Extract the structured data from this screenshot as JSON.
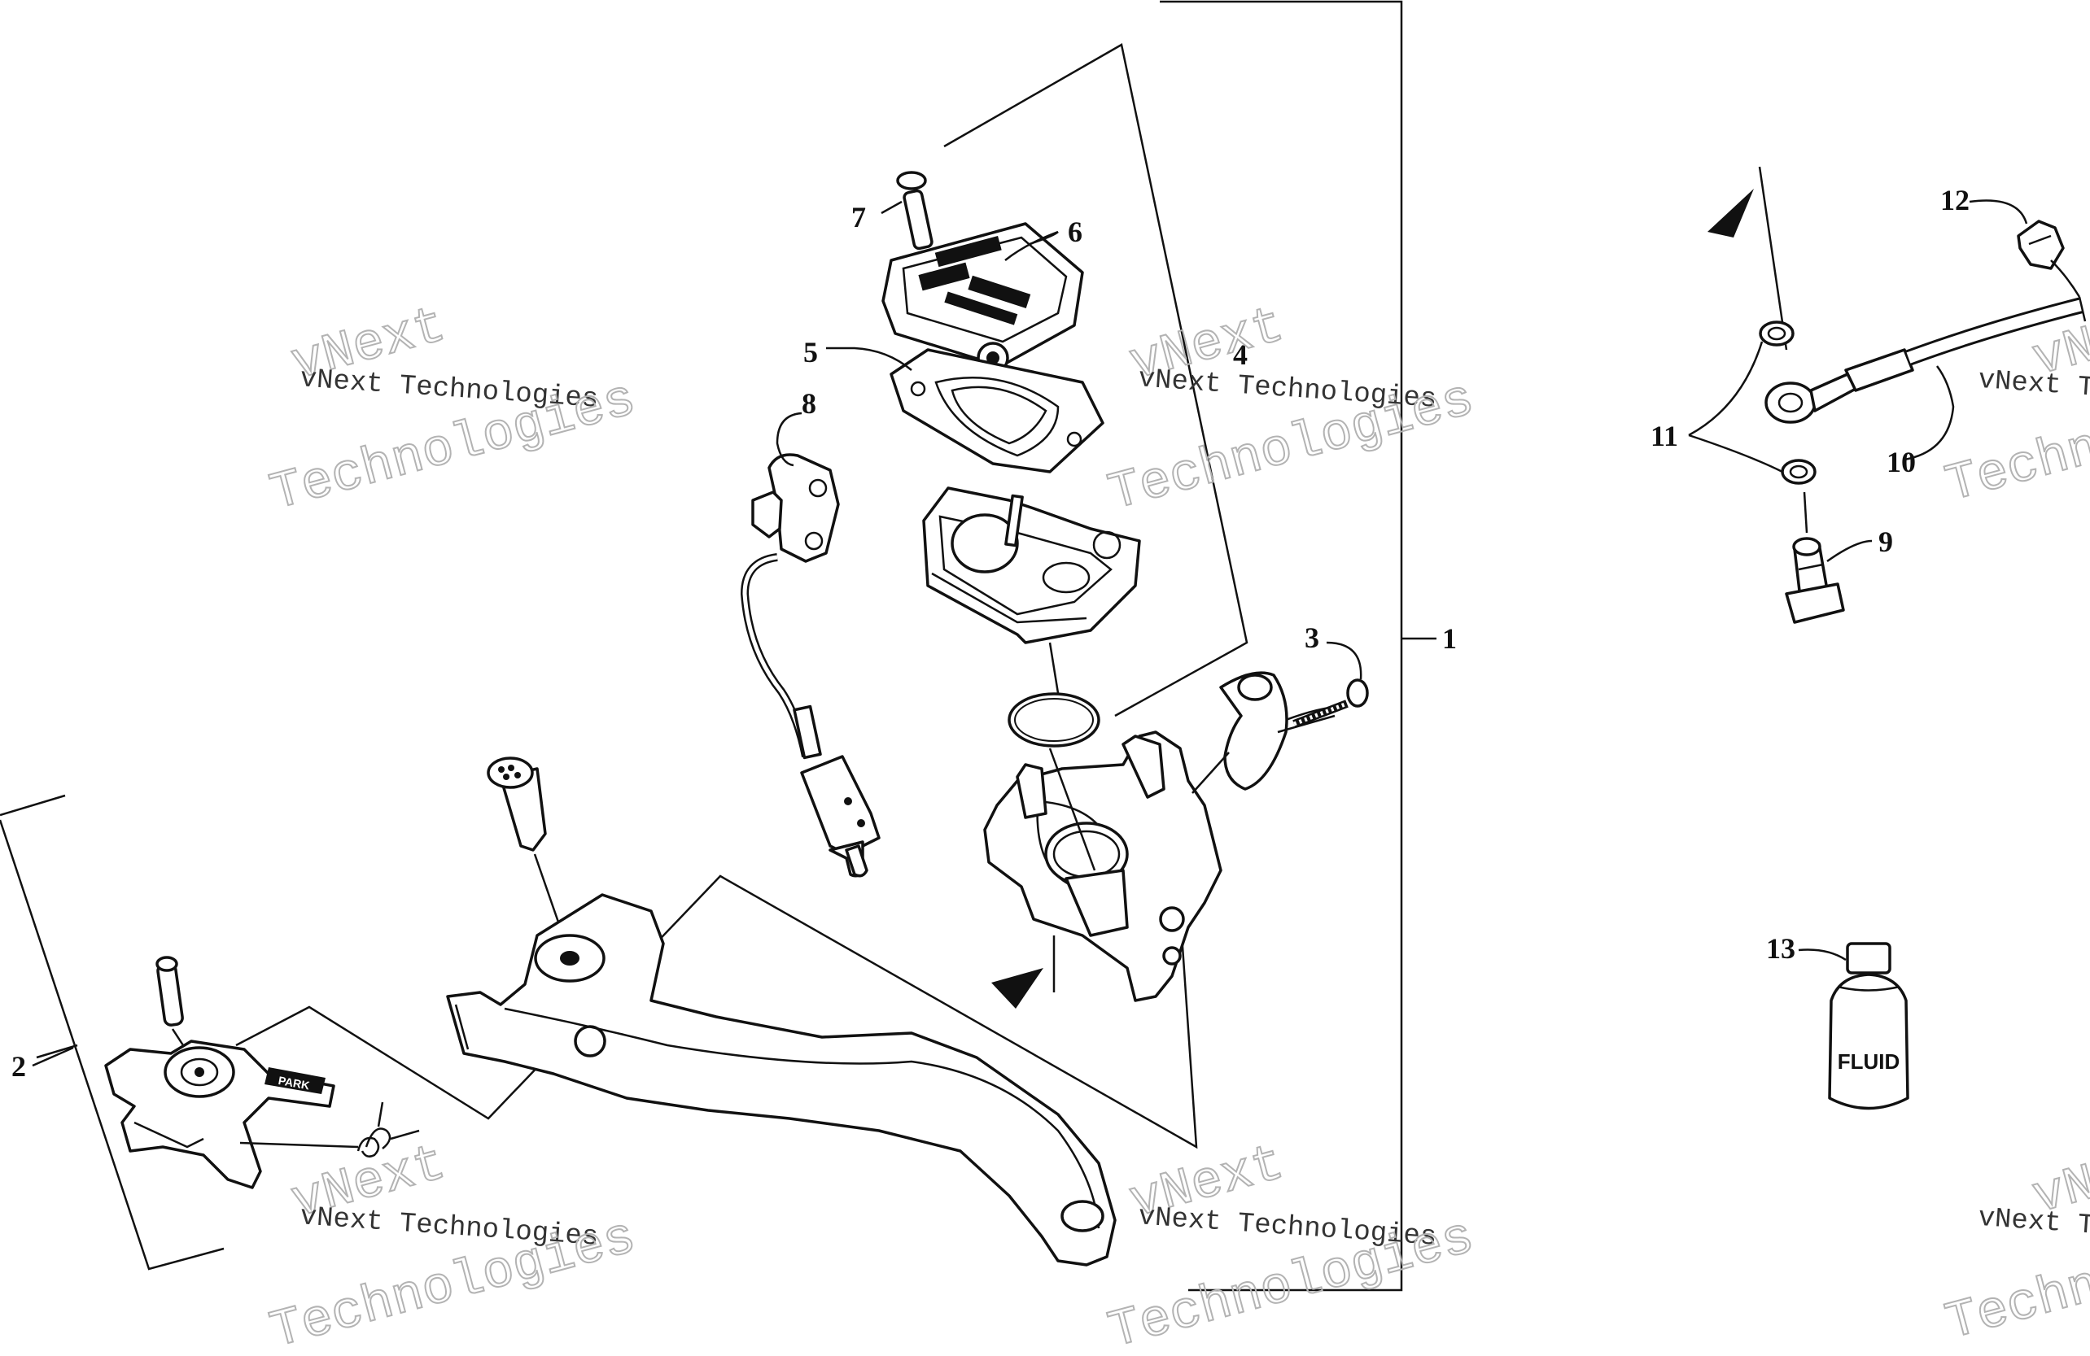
{
  "callouts": {
    "c1": "1",
    "c2": "2",
    "c3": "3",
    "c4": "4",
    "c5": "5",
    "c6": "6",
    "c7": "7",
    "c8": "8",
    "c9": "9",
    "c10": "10",
    "c11": "11",
    "c12": "12",
    "c13": "13"
  },
  "watermark": {
    "line_small": "vNext Technologies",
    "line_big_top": "vNext",
    "line_big_bottom": "Technologies"
  },
  "labels": {
    "fluid": "FLUID",
    "park": "PARK"
  },
  "colors": {
    "ink": "#111111",
    "watermark": "#b3b3b3",
    "background": "#ffffff"
  }
}
